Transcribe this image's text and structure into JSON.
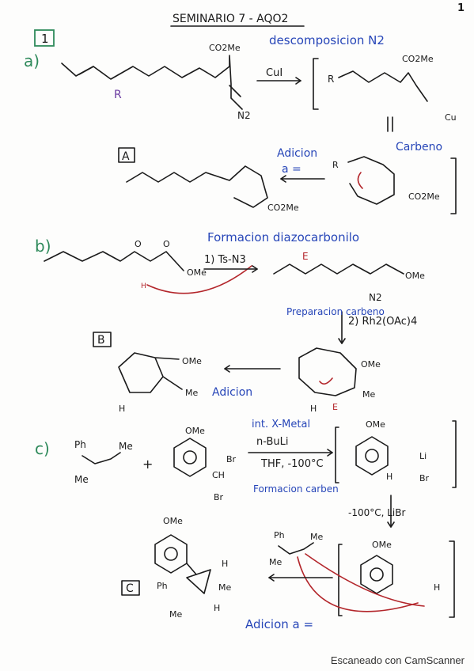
{
  "title": "SEMINARIO 7 - AQO2",
  "page_number": "1",
  "exercise": "1",
  "footer": "Escaneado con CamScanner",
  "part_a": {
    "label": "a)",
    "header": "descomposicion N2",
    "reagent": "CuI",
    "carbene_label": "Carbeno",
    "addition_label": "Adicion",
    "addition_eq": "a =",
    "product_label": "A",
    "texts": {
      "co2me": "CO2Me",
      "n2": "N2",
      "r": "R",
      "cu": "Cu",
      "co2me_product": "CO2Me"
    }
  },
  "part_b": {
    "label": "b)",
    "header": "Formacion diazocarbonilo",
    "step1": "1) Ts-N3",
    "step2": "2) Rh2(OAc)4",
    "prep_label": "Preparacion carbeno",
    "addition_label": "Adicion",
    "product_label": "B",
    "e_label": "E",
    "texts": {
      "ome": "OMe",
      "n2": "N2",
      "me": "Me",
      "h": "H",
      "o": "O"
    }
  },
  "part_c": {
    "label": "c)",
    "header1": "int. X-Metal",
    "reagent": "n-BuLi",
    "conditions": "THF, -100°C",
    "formation": "Formacion carben",
    "step": "-100°C, LiBr",
    "addition_label": "Adicion a =",
    "product_label": "C",
    "texts": {
      "ph": "Ph",
      "me": "Me",
      "ome": "OMe",
      "br": "Br",
      "ch": "CH",
      "li": "Li",
      "h": "H"
    }
  }
}
